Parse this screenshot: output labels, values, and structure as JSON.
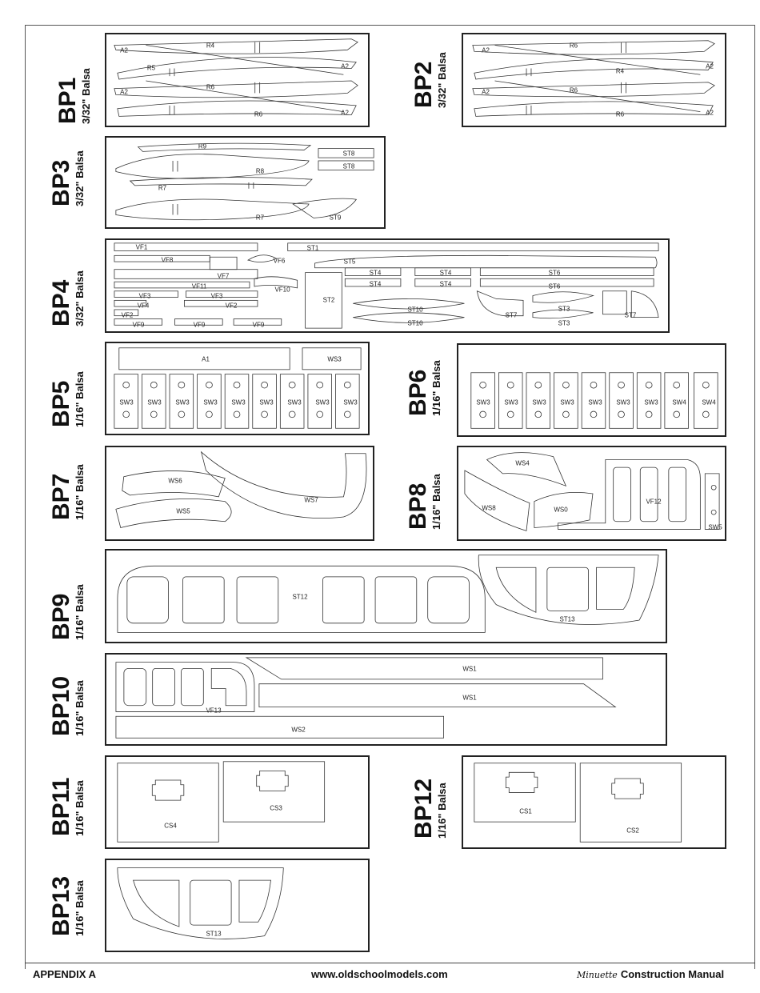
{
  "footer": {
    "left": "APPENDIX A",
    "center": "www.oldschoolmodels.com",
    "brand": "Minuette",
    "right": "Construction Manual"
  },
  "sheets": [
    {
      "code": "BP1",
      "material": "3/32\" Balsa",
      "parts": [
        "R4",
        "A2",
        "R5",
        "A2",
        "A2",
        "R6",
        "R6",
        "A2"
      ]
    },
    {
      "code": "BP2",
      "material": "3/32\" Balsa",
      "parts": [
        "R6",
        "A2",
        "R4",
        "A2",
        "A2",
        "R6",
        "R6",
        "A2"
      ]
    },
    {
      "code": "BP3",
      "material": "3/32\" Balsa",
      "parts": [
        "R9",
        "ST8",
        "ST8",
        "R8",
        "R7",
        "R7",
        "ST9"
      ]
    },
    {
      "code": "BP4",
      "material": "3/32\" Balsa",
      "parts": [
        "VF1",
        "ST1",
        "VF8",
        "VF6",
        "ST5",
        "VF7",
        "ST4",
        "ST4",
        "ST6",
        "ST4",
        "ST4",
        "VF11",
        "VF10",
        "ST6",
        "VF3",
        "VF3",
        "ST2",
        "VF4",
        "VF2",
        "ST3",
        "VF2",
        "ST10",
        "ST7",
        "ST7",
        "VF9",
        "VF9",
        "VF9",
        "ST10",
        "ST3"
      ]
    },
    {
      "code": "BP5",
      "material": "1/16\" Balsa",
      "parts": [
        "A1",
        "WS3",
        "SW3",
        "SW3",
        "SW3",
        "SW3",
        "SW3",
        "SW3",
        "SW3",
        "SW3",
        "SW3"
      ]
    },
    {
      "code": "BP6",
      "material": "1/16\" Balsa",
      "parts": [
        "SW3",
        "SW3",
        "SW3",
        "SW3",
        "SW3",
        "SW3",
        "SW3",
        "SW4",
        "SW4"
      ]
    },
    {
      "code": "BP7",
      "material": "1/16\" Balsa",
      "parts": [
        "WS6",
        "WS7",
        "WS5"
      ]
    },
    {
      "code": "BP8",
      "material": "1/16\" Balsa",
      "parts": [
        "WS4",
        "WS8",
        "WS0",
        "VF12",
        "SW5"
      ]
    },
    {
      "code": "BP9",
      "material": "1/16\" Balsa",
      "parts": [
        "ST12",
        "ST13"
      ]
    },
    {
      "code": "BP10",
      "material": "1/16\" Balsa",
      "parts": [
        "WS1",
        "WS1",
        "VF13",
        "WS2"
      ]
    },
    {
      "code": "BP11",
      "material": "1/16\" Balsa",
      "parts": [
        "CS3",
        "CS4"
      ]
    },
    {
      "code": "BP12",
      "material": "1/16\" Balsa",
      "parts": [
        "CS1",
        "CS2"
      ]
    },
    {
      "code": "BP13",
      "material": "1/16\" Balsa",
      "parts": [
        "ST13"
      ]
    }
  ]
}
